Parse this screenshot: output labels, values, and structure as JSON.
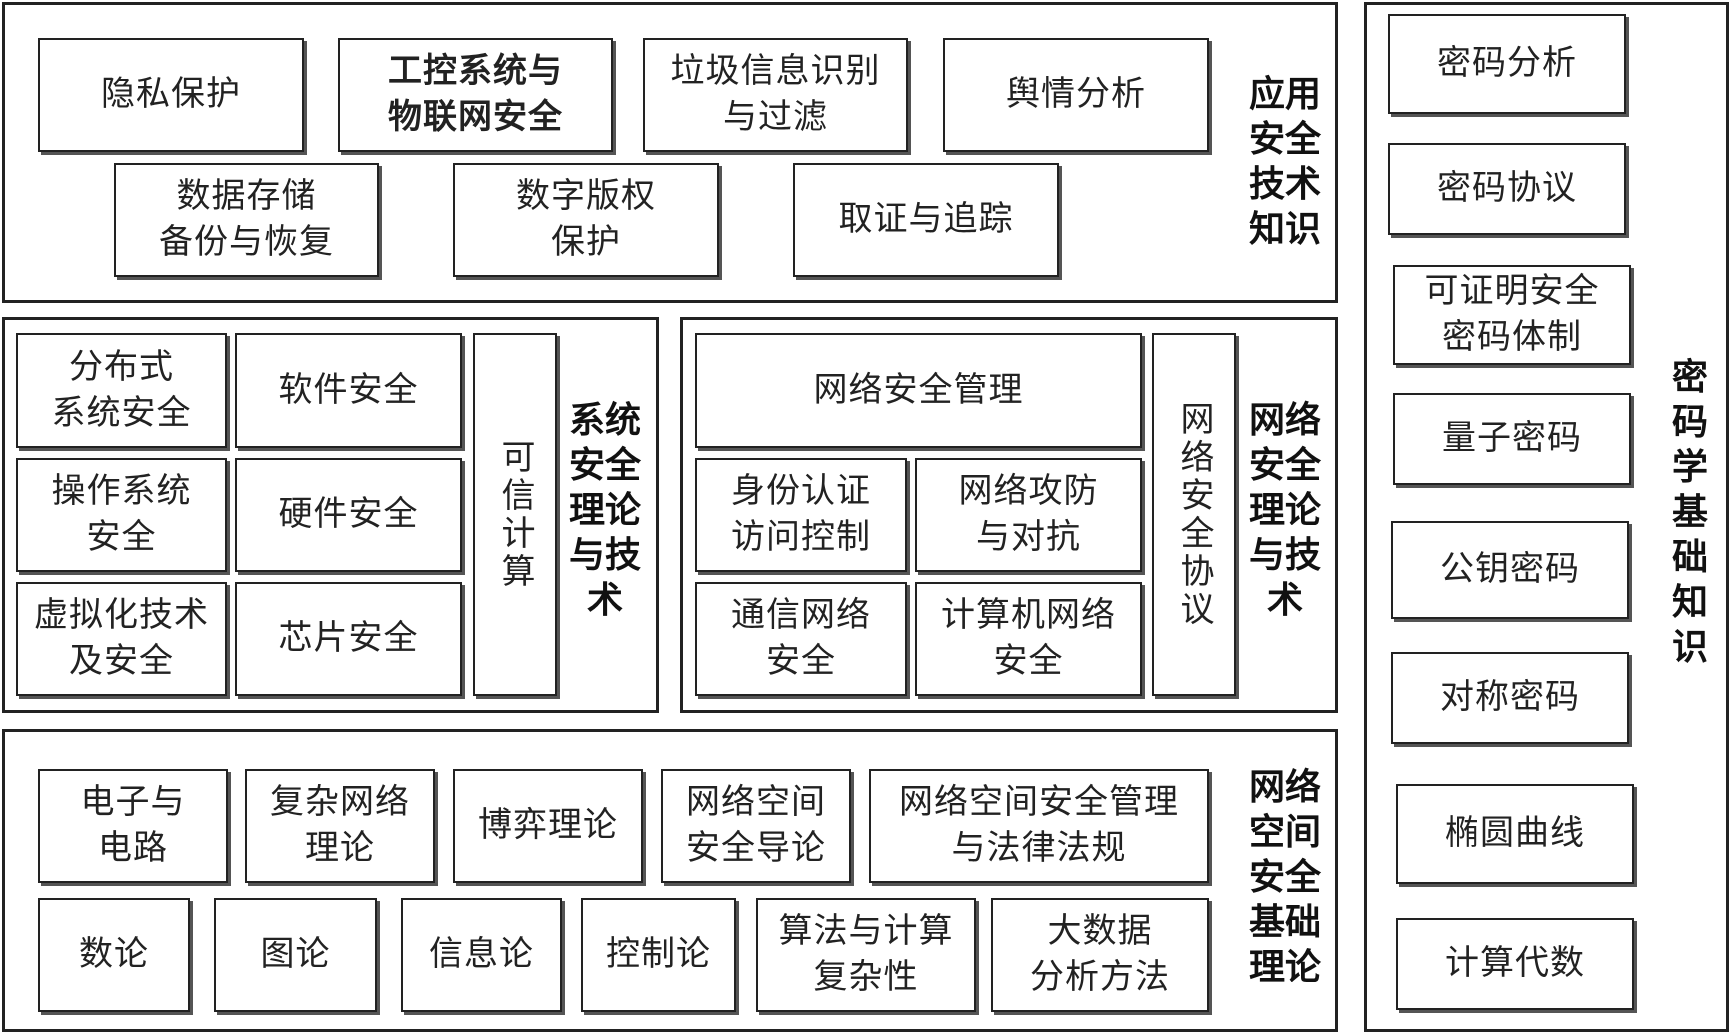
{
  "application": {
    "title": "应用\n安全\n技术\n知识",
    "items": [
      "隐私保护",
      "工控系统与\n物联网安全",
      "垃圾信息识别\n与过滤",
      "舆情分析",
      "数据存储\n备份与恢复",
      "数字版权\n保护",
      "取证与追踪"
    ]
  },
  "system": {
    "title": "系统\n安全\n理论\n与技\n术",
    "items": [
      "分布式\n系统安全",
      "软件安全",
      "操作系统\n安全",
      "硬件安全",
      "虚拟化技术\n及安全",
      "芯片安全"
    ],
    "trusted": "可信计算"
  },
  "network": {
    "title": "网络\n安全\n理论\n与技\n术",
    "items": [
      "网络安全管理",
      "身份认证\n访问控制",
      "网络攻防\n与对抗",
      "通信网络\n安全",
      "计算机网络\n安全"
    ],
    "protocol": "网络安全协议"
  },
  "foundation": {
    "title": "网络\n空间\n安全\n基础\n理论",
    "items": [
      "电子与\n电路",
      "复杂网络\n理论",
      "博弈理论",
      "网络空间\n安全导论",
      "网络空间安全管理\n与法律法规",
      "数论",
      "图论",
      "信息论",
      "控制论",
      "算法与计算\n复杂性",
      "大数据\n分析方法"
    ]
  },
  "crypto": {
    "title": "密\n码\n学\n基\n础\n知\n识",
    "items": [
      "密码分析",
      "密码协议",
      "可证明安全\n密码体制",
      "量子密码",
      "公钥密码",
      "对称密码",
      "椭圆曲线",
      "计算代数"
    ]
  }
}
